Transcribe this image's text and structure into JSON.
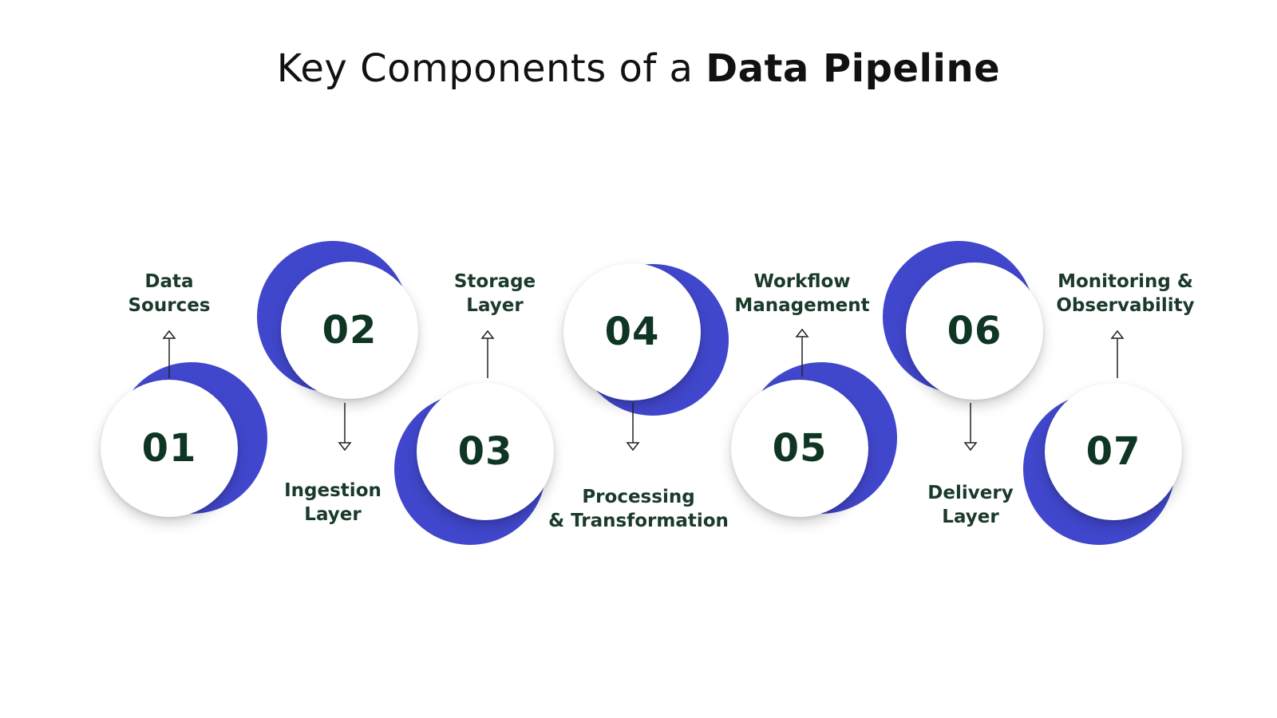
{
  "title": {
    "prefix": "Key Components of a",
    "emphasis": "Data Pipeline"
  },
  "accent_color": "#4147cc",
  "text_color": "#0f3623",
  "arrow_icon_up": "arrow-up-icon",
  "arrow_icon_down": "arrow-down-icon",
  "steps": [
    {
      "number": "01",
      "label_line1": "Data",
      "label_line2": "Sources"
    },
    {
      "number": "02",
      "label_line1": "Ingestion",
      "label_line2": "Layer"
    },
    {
      "number": "03",
      "label_line1": "Storage",
      "label_line2": "Layer"
    },
    {
      "number": "04",
      "label_line1": "Processing",
      "label_line2": "& Transformation"
    },
    {
      "number": "05",
      "label_line1": "Workflow",
      "label_line2": "Management"
    },
    {
      "number": "06",
      "label_line1": "Delivery",
      "label_line2": "Layer"
    },
    {
      "number": "07",
      "label_line1": "Monitoring &",
      "label_line2": "Observability"
    }
  ]
}
